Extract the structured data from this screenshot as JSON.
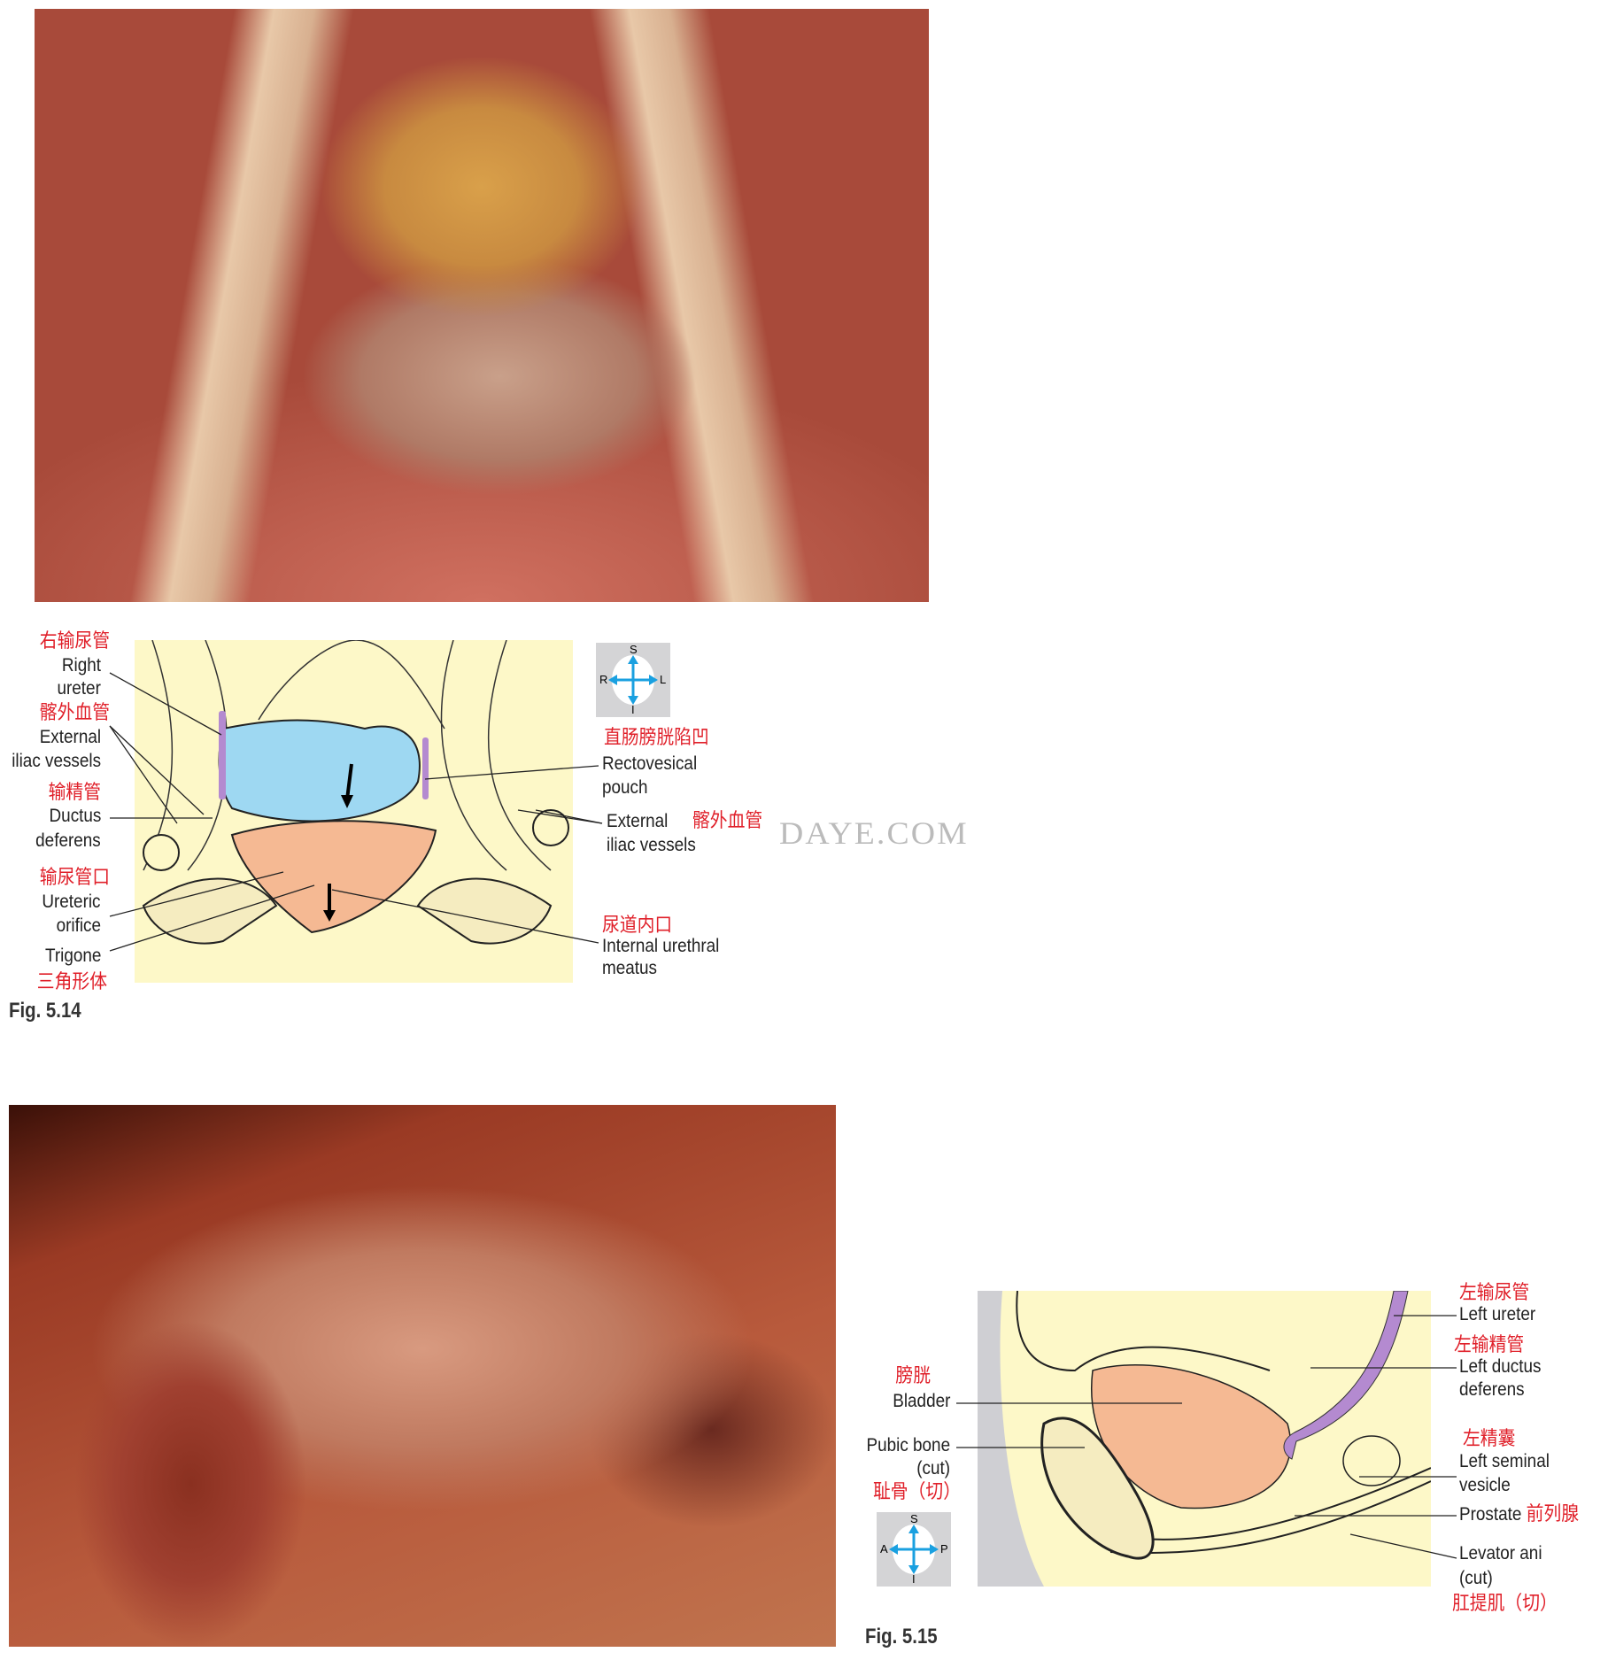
{
  "fig514": {
    "caption": "Fig. 5.14",
    "compass": {
      "s": "S",
      "i": "I",
      "r": "R",
      "l": "L"
    },
    "labels": {
      "right_ureter_cn": "右输尿管",
      "right_ureter_1": "Right",
      "right_ureter_2": "ureter",
      "ext_iliac_left_cn": "髂外血管",
      "ext_iliac_left_1": "External",
      "ext_iliac_left_2": "iliac vessels",
      "ductus_cn": "输精管",
      "ductus_1": "Ductus",
      "ductus_2": "deferens",
      "ureteric_cn": "输尿管口",
      "ureteric_1": "Ureteric",
      "ureteric_2": "orifice",
      "trigone": "Trigone",
      "trigone_cn": "三角形体",
      "rectovesical_cn": "直肠膀胱陷凹",
      "rectovesical_1": "Rectovesical",
      "rectovesical_2": "pouch",
      "ext_iliac_right_1": "External",
      "ext_iliac_right_cn": "髂外血管",
      "ext_iliac_right_2": "iliac vessels",
      "urethral_cn": "尿道内口",
      "urethral_1": "Internal urethral",
      "urethral_2": "meatus"
    }
  },
  "watermark": "DAYE.COM",
  "fig515": {
    "caption": "Fig. 5.15",
    "compass": {
      "s": "S",
      "i": "I",
      "a": "A",
      "p": "P"
    },
    "labels": {
      "left_ureter_cn": "左输尿管",
      "left_ureter": "Left ureter",
      "ductus_cn": "左输精管",
      "ductus_1": "Left ductus",
      "ductus_2": "deferens",
      "bladder_cn": "膀胱",
      "bladder": "Bladder",
      "pubic_1": "Pubic bone",
      "pubic_2": "(cut)",
      "pubic_cn": "耻骨（切）",
      "seminal_cn": "左精囊",
      "seminal_1": "Left seminal",
      "seminal_2": "vesicle",
      "prostate": "Prostate",
      "prostate_cn": "前列腺",
      "levator_1": "Levator ani",
      "levator_2": "(cut)",
      "levator_cn": "肛提肌（切）"
    }
  },
  "colors": {
    "label_red": "#e0202a",
    "diagram_bg": "#fdf8c8",
    "bladder_blue": "#9ed8f2",
    "bladder_peach": "#f5b993",
    "ureter_purple": "#b48ad0"
  }
}
